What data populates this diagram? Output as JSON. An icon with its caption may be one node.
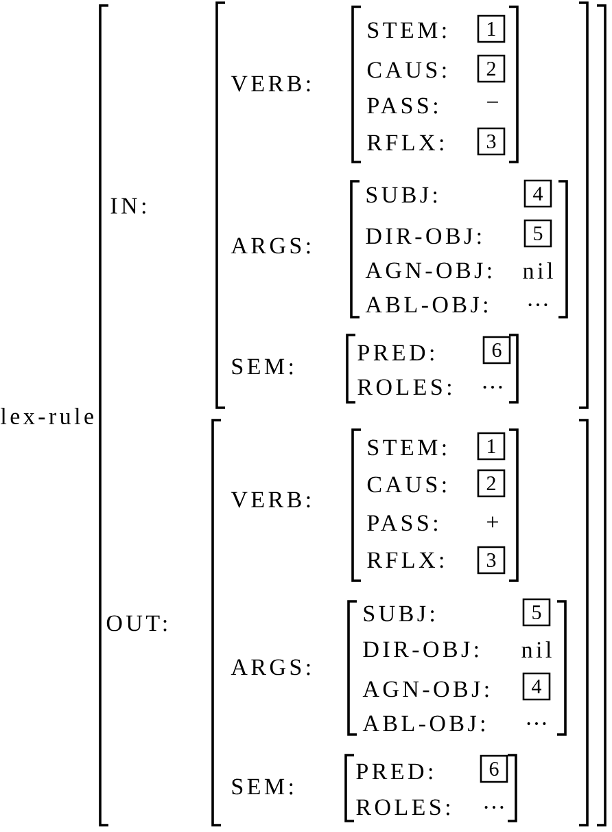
{
  "diagram": {
    "nodes": [
      {
        "text": [
          "IN:",
          "OUT:"
        ],
        "beside": [
          "lex-rule"
        ]
      },
      {
        "text": [
          "VERB:",
          "ARGS:",
          "SEM:"
        ],
        "in": 0
      },
      {
        "text": [
          "STEM:",
          "CAUS:",
          "PASS:",
          "−",
          "RFLX:"
        ],
        "in": 1
      },
      {
        "text": [
          "1"
        ],
        "in": 2
      },
      {
        "text": [
          "2"
        ],
        "in": 2
      },
      {
        "text": [
          "3"
        ],
        "in": 2
      },
      {
        "text": [
          "SUBJ:",
          "DIR-OBJ:",
          "AGN-OBJ:",
          "nil",
          "ABL-OBJ:",
          "…"
        ],
        "in": 1
      },
      {
        "text": [
          "4"
        ],
        "in": 6
      },
      {
        "text": [
          "5"
        ],
        "in": 6
      },
      {
        "text": [
          "PRED:",
          "ROLES:",
          "…"
        ],
        "in": 1
      },
      {
        "text": [
          "6"
        ],
        "in": 9
      },
      {
        "text": [
          "VERB:",
          "ARGS:",
          "SEM:"
        ],
        "in": 0
      },
      {
        "text": [
          "STEM:",
          "CAUS:",
          "PASS:",
          "+",
          "RFLX:"
        ],
        "in": 11
      },
      {
        "text": [
          "1"
        ],
        "in": 12
      },
      {
        "text": [
          "2"
        ],
        "in": 12
      },
      {
        "text": [
          "3"
        ],
        "in": 12
      },
      {
        "text": [
          "SUBJ:",
          "DIR-OBJ:",
          "nil",
          "AGN-OBJ:",
          "ABL-OBJ:",
          "…"
        ],
        "in": 11
      },
      {
        "text": [
          "5"
        ],
        "in": 16
      },
      {
        "text": [
          "4"
        ],
        "in": 16
      },
      {
        "text": [
          "PRED:",
          "ROLES:",
          "…"
        ],
        "in": 11
      },
      {
        "text": [
          "6"
        ],
        "in": 19
      }
    ]
  }
}
